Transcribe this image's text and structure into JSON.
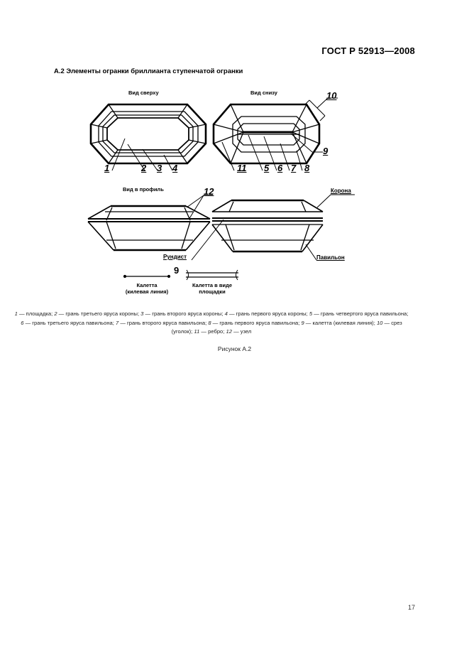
{
  "header": {
    "standard_code": "ГОСТ Р 52913—2008"
  },
  "section": {
    "title": "А.2  Элементы огранки бриллианта ступенчатой огранки"
  },
  "figure": {
    "views": {
      "top": "Вид сверху",
      "bottom": "Вид снизу",
      "profile": "Вид в профиль"
    },
    "callouts": [
      "1",
      "2",
      "3",
      "4",
      "5",
      "6",
      "7",
      "8",
      "9",
      "10",
      "11",
      "12"
    ],
    "parts": {
      "crown": "Корона",
      "girdle": "Рундист",
      "pavilion": "Павильон"
    },
    "culet_types": {
      "number": "9",
      "keel_line_label_1": "Калетта",
      "keel_line_label_2": "(килевая линия)",
      "platform_label_1": "Калетта в виде",
      "platform_label_2": "площадки"
    },
    "legend": [
      {
        "num": "1",
        "text": "площадка"
      },
      {
        "num": "2",
        "text": "грань третьего яруса короны"
      },
      {
        "num": "3",
        "text": "грань второго яруса короны"
      },
      {
        "num": "4",
        "text": "грань первого яруса короны"
      },
      {
        "num": "5",
        "text": "грань четвертого яруса павильона"
      },
      {
        "num": "6",
        "text": "грань третьего яруса павильона"
      },
      {
        "num": "7",
        "text": "грань второго яруса павильона"
      },
      {
        "num": "8",
        "text": "грань первого яруса павильона"
      },
      {
        "num": "9",
        "text": "калетта (килевая линия)"
      },
      {
        "num": "10",
        "text": "срез (уголок)"
      },
      {
        "num": "11",
        "text": "ребро"
      },
      {
        "num": "12",
        "text": "узел"
      }
    ],
    "caption": "Рисунок А.2"
  },
  "footer": {
    "page_number": "17"
  }
}
